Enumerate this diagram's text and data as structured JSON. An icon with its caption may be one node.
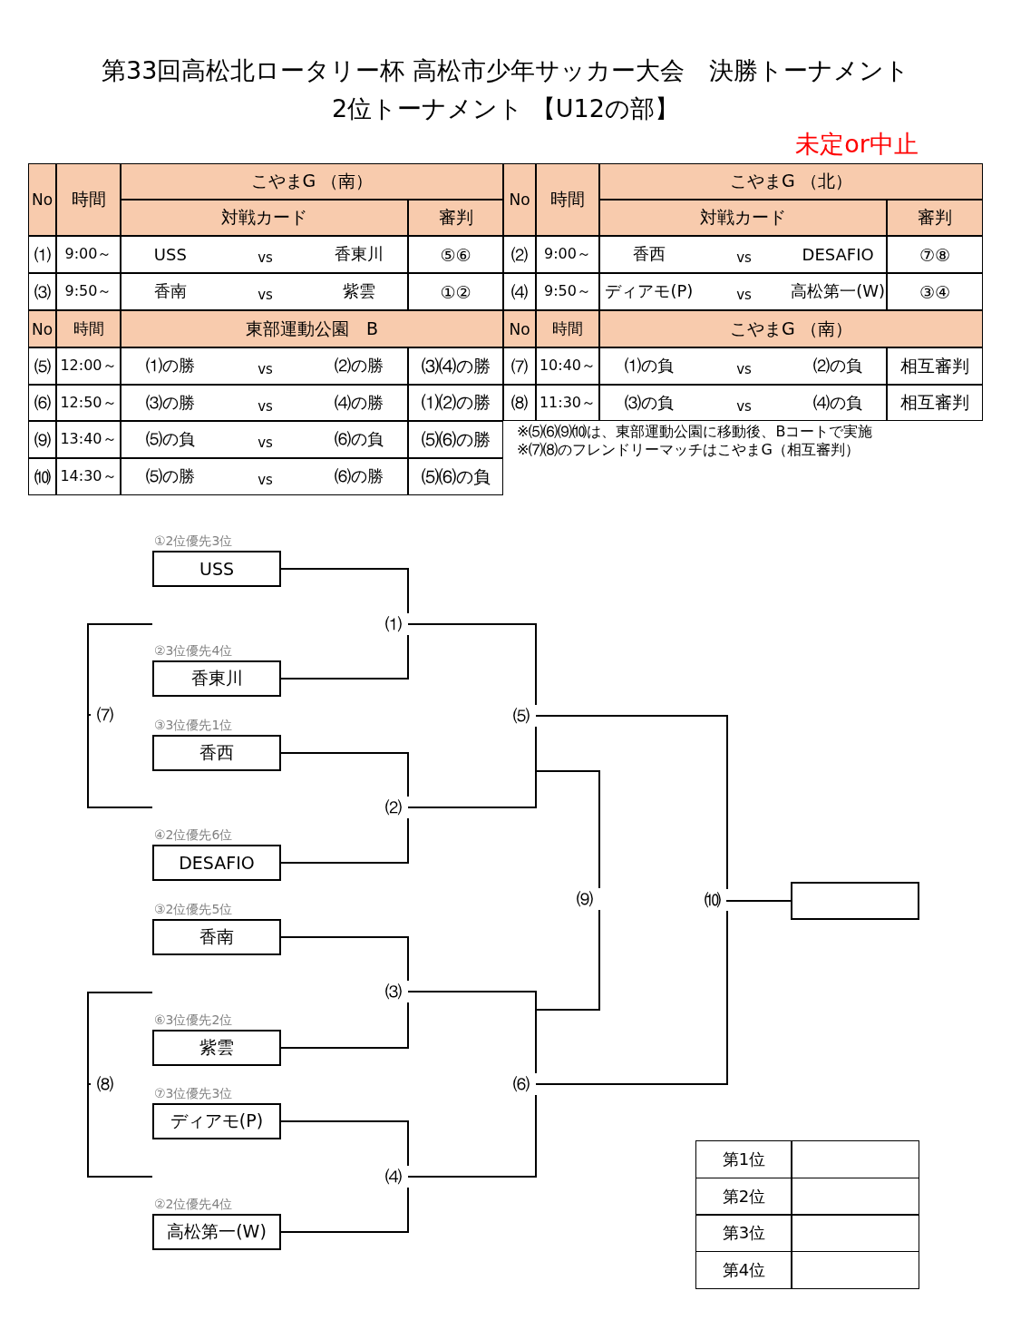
{
  "diagram": {
    "title": "第33回高松北ロータリー杯 高松市少年サッカー大会　決勝トーナメント",
    "nodes": [
      {
        "text": [
          "①2位優先3位",
          "USS"
        ]
      },
      {
        "text": [
          "②3位優先4位",
          "香東川"
        ]
      },
      {
        "text": [
          "③3位優先1位",
          "香西"
        ]
      },
      {
        "text": [
          "④2位優先6位",
          "DESAFIO"
        ]
      },
      {
        "text": [
          "③2位優先5位",
          "香南"
        ]
      },
      {
        "text": [
          "⑥3位優先2位",
          "紫雲"
        ]
      },
      {
        "text": [
          "⑦3位優先3位",
          "ディアモ(P)"
        ]
      },
      {
        "text": [
          "②2位優先4位",
          "高松第一(W)"
        ]
      },
      {
        "text": [
          "⑴"
        ]
      },
      {
        "text": [
          "⑵"
        ]
      },
      {
        "text": [
          "⑶"
        ]
      },
      {
        "text": [
          "⑷"
        ]
      },
      {
        "text": [
          "⑸"
        ]
      },
      {
        "text": [
          "⑹"
        ]
      },
      {
        "text": [
          "⑺"
        ]
      },
      {
        "text": [
          "⑻"
        ]
      },
      {
        "text": [
          "⑼"
        ]
      },
      {
        "text": [
          "⑽"
        ]
      },
      {
        "text": [],
        "shape": "box"
      }
    ],
    "edges": [
      {
        "from": 0,
        "to": 8,
        "arrow": "none"
      },
      {
        "from": 1,
        "to": 8,
        "arrow": "none"
      },
      {
        "from": 2,
        "to": 9,
        "arrow": "none"
      },
      {
        "from": 3,
        "to": 9,
        "arrow": "none"
      },
      {
        "from": 4,
        "to": 10,
        "arrow": "none"
      },
      {
        "from": 5,
        "to": 10,
        "arrow": "none"
      },
      {
        "from": 6,
        "to": 11,
        "arrow": "none"
      },
      {
        "from": 7,
        "to": 11,
        "arrow": "none"
      },
      {
        "from": 8,
        "to": 12,
        "arrow": "none"
      },
      {
        "from": 9,
        "to": 12,
        "arrow": "none"
      },
      {
        "from": 10,
        "to": 13,
        "arrow": "none"
      },
      {
        "from": 11,
        "to": 13,
        "arrow": "none"
      },
      {
        "from": 12,
        "to": 17,
        "arrow": "none"
      },
      {
        "from": 13,
        "to": 17,
        "arrow": "none"
      },
      {
        "from": 12,
        "to": 16,
        "arrow": "none"
      },
      {
        "from": 13,
        "to": 16,
        "arrow": "none"
      },
      {
        "from": null,
        "to": 14,
        "arrow": "none"
      },
      {
        "from": null,
        "to": 14,
        "arrow": "none"
      },
      {
        "from": null,
        "to": 15,
        "arrow": "none"
      },
      {
        "from": null,
        "to": 15,
        "arrow": "none"
      },
      {
        "from": 17,
        "to": 18,
        "arrow": "none"
      }
    ],
    "labels": [
      "2位トーナメント 【U12の部】",
      "未定or中止",
      "No",
      "時間",
      "こやまG （南）",
      "対戦カード",
      "審判",
      "⑴",
      "9:00～",
      "USS",
      "vs",
      "香東川",
      "⑤⑥",
      "⑶",
      "9:50～",
      "香南",
      "vs",
      "紫雲",
      "①②",
      "No",
      "時間",
      "東部運動公園　B",
      "⑸",
      "12:00～",
      "⑴の勝",
      "vs",
      "⑵の勝",
      "⑶⑷の勝",
      "⑹",
      "12:50～",
      "⑶の勝",
      "vs",
      "⑷の勝",
      "⑴⑵の勝",
      "⑼",
      "13:40～",
      "⑸の負",
      "vs",
      "⑹の負",
      "⑸⑹の勝",
      "⑽",
      "14:30～",
      "⑸の勝",
      "vs",
      "⑹の勝",
      "⑸⑹の負",
      "No",
      "時間",
      "こやまG （北）",
      "対戦カード",
      "審判",
      "⑵",
      "9:00～",
      "香西",
      "vs",
      "DESAFIO",
      "⑦⑧",
      "⑷",
      "9:50～",
      "ディアモ(P)",
      "vs",
      "高松第一(W)",
      "③④",
      "No",
      "時間",
      "こやまG （南）",
      "⑺",
      "10:40～",
      "⑴の負",
      "vs",
      "⑵の負",
      "相互審判",
      "⑻",
      "11:30～",
      "⑶の負",
      "vs",
      "⑷の負",
      "相互審判",
      "※⑸⑹⑼⑽は、東部運動公園に移動後、Bコートで実施",
      "※⑺⑻のフレンドリーマッチはこやまG（相互審判）",
      "第1位",
      "第2位",
      "第3位",
      "第4位"
    ]
  }
}
